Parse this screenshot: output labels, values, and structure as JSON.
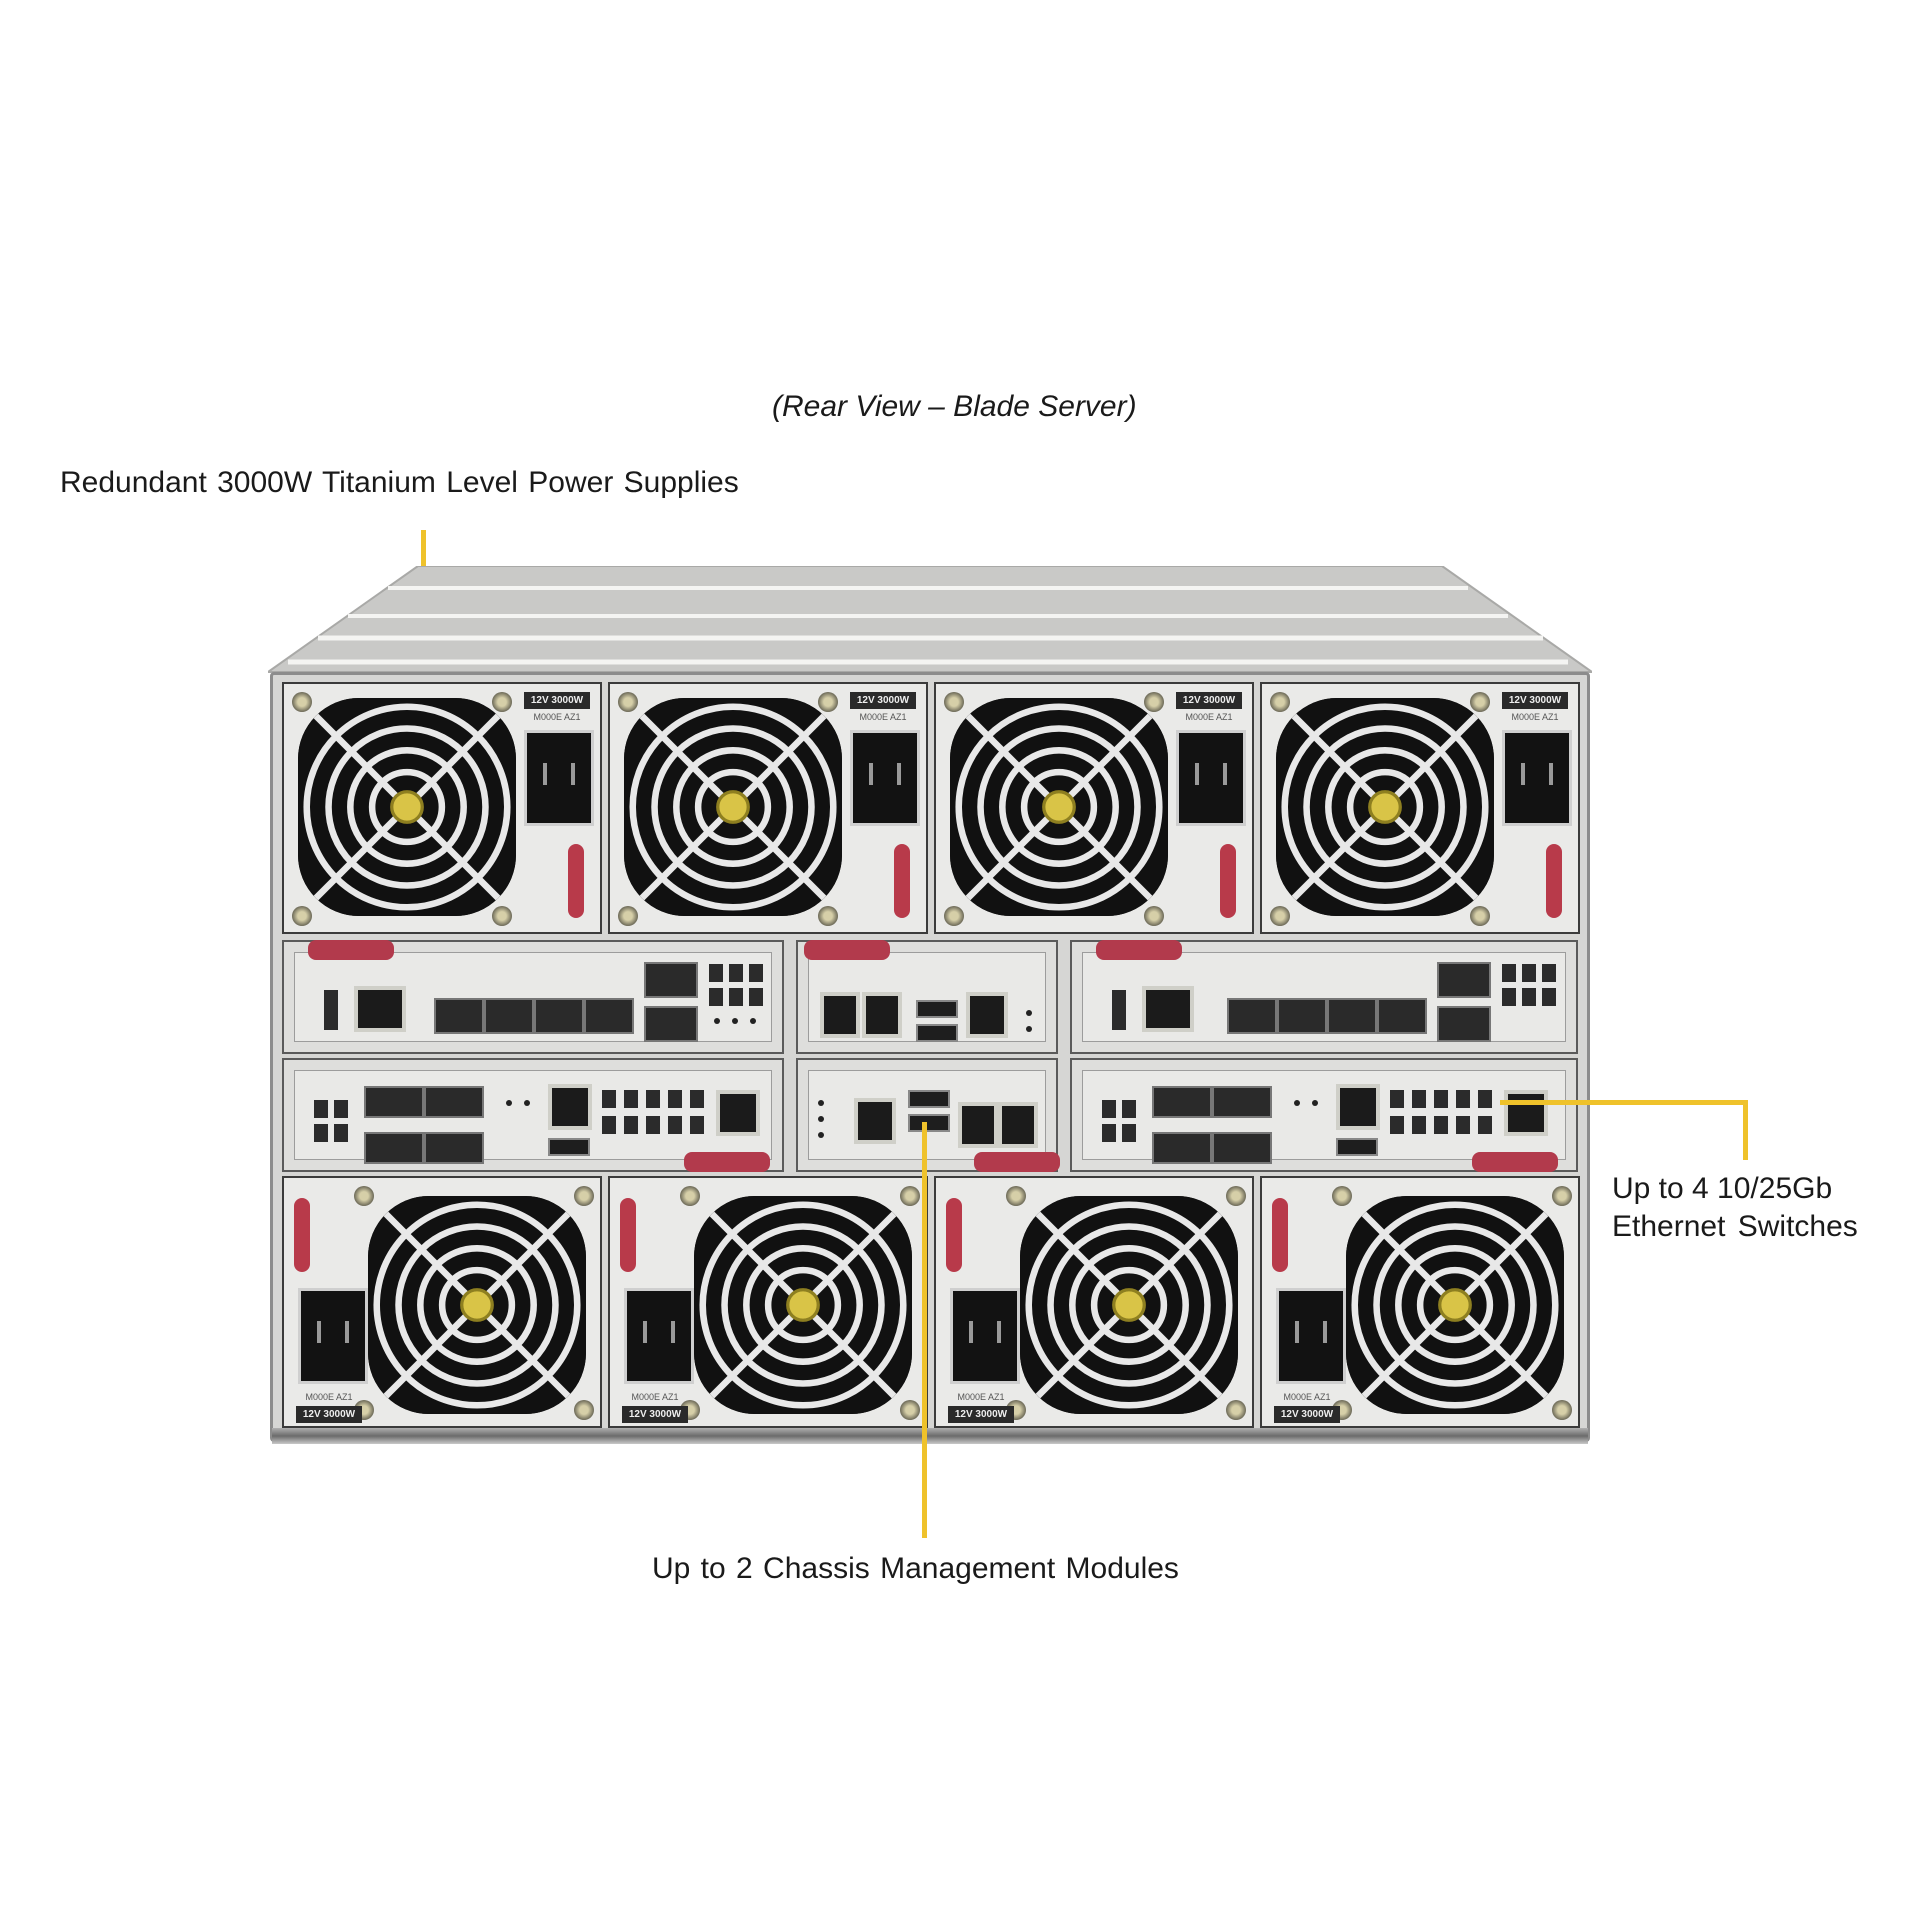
{
  "figure": {
    "title": "(Rear View – Blade Server)",
    "callout_color": "#efc22b",
    "callouts": [
      {
        "id": "psu",
        "label": "Redundant  3000W Titanium  Level  Power Supplies"
      },
      {
        "id": "switches",
        "label_line1": "Up to 4 10/25Gb",
        "label_line2": "Ethernet  Switches"
      },
      {
        "id": "cmm",
        "label": "Up to 2 Chassis Management  Modules"
      }
    ]
  },
  "chassis": {
    "top_psus": [
      {
        "rating": "12V 3000W",
        "model": "M000E AZ1"
      },
      {
        "rating": "12V 3000W",
        "model": "M000E AZ1"
      },
      {
        "rating": "12V 3000W",
        "model": "M000E AZ1"
      },
      {
        "rating": "12V 3000W",
        "model": "M000E AZ1"
      }
    ],
    "bottom_psus": [
      {
        "rating": "12V 3000W",
        "model": "M000E AZ1"
      },
      {
        "rating": "12V 3000W",
        "model": "M000E AZ1"
      },
      {
        "rating": "12V 3000W",
        "model": "M000E AZ1"
      },
      {
        "rating": "12V 3000W",
        "model": "M000E AZ1"
      }
    ],
    "modules": [
      {
        "position": "upper-left",
        "type": "ethernet-switch"
      },
      {
        "position": "upper-center",
        "type": "chassis-management-module"
      },
      {
        "position": "upper-right",
        "type": "ethernet-switch"
      },
      {
        "position": "lower-left",
        "type": "ethernet-switch"
      },
      {
        "position": "lower-center",
        "type": "chassis-management-module"
      },
      {
        "position": "lower-right",
        "type": "ethernet-switch"
      }
    ]
  }
}
